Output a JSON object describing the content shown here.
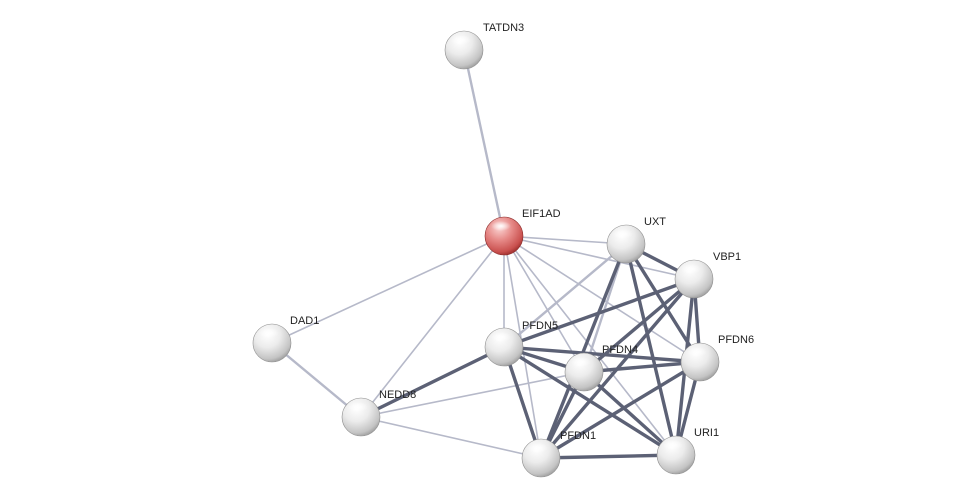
{
  "network": {
    "colors": {
      "background": "#ffffff",
      "query_node": "#d9534f",
      "node": "#e6e6e6",
      "edge_light": "#b6b9c9",
      "edge_dark": "#5c6175"
    },
    "nodes": [
      {
        "id": "TATDN3",
        "label": "TATDN3",
        "query": false
      },
      {
        "id": "EIF1AD",
        "label": "EIF1AD",
        "query": true
      },
      {
        "id": "UXT",
        "label": "UXT",
        "query": false
      },
      {
        "id": "VBP1",
        "label": "VBP1",
        "query": false
      },
      {
        "id": "DAD1",
        "label": "DAD1",
        "query": false
      },
      {
        "id": "PFDN5",
        "label": "PFDN5",
        "query": false
      },
      {
        "id": "PFDN4",
        "label": "PFDN4",
        "query": false
      },
      {
        "id": "PFDN6",
        "label": "PFDN6",
        "query": false
      },
      {
        "id": "NEDD8",
        "label": "NEDD8",
        "query": false
      },
      {
        "id": "PFDN1",
        "label": "PFDN1",
        "query": false
      },
      {
        "id": "URI1",
        "label": "URI1",
        "query": false
      }
    ],
    "edges": [
      {
        "source": "TATDN3",
        "target": "EIF1AD",
        "strength": "medium"
      },
      {
        "source": "EIF1AD",
        "target": "UXT",
        "strength": "light"
      },
      {
        "source": "EIF1AD",
        "target": "VBP1",
        "strength": "light"
      },
      {
        "source": "EIF1AD",
        "target": "DAD1",
        "strength": "light"
      },
      {
        "source": "EIF1AD",
        "target": "NEDD8",
        "strength": "light"
      },
      {
        "source": "EIF1AD",
        "target": "PFDN5",
        "strength": "light"
      },
      {
        "source": "EIF1AD",
        "target": "PFDN4",
        "strength": "light"
      },
      {
        "source": "EIF1AD",
        "target": "PFDN6",
        "strength": "light"
      },
      {
        "source": "EIF1AD",
        "target": "PFDN1",
        "strength": "light"
      },
      {
        "source": "EIF1AD",
        "target": "URI1",
        "strength": "light"
      },
      {
        "source": "DAD1",
        "target": "NEDD8",
        "strength": "medium"
      },
      {
        "source": "NEDD8",
        "target": "PFDN5",
        "strength": "strong"
      },
      {
        "source": "NEDD8",
        "target": "PFDN4",
        "strength": "light"
      },
      {
        "source": "NEDD8",
        "target": "PFDN1",
        "strength": "light"
      },
      {
        "source": "UXT",
        "target": "VBP1",
        "strength": "strong"
      },
      {
        "source": "UXT",
        "target": "PFDN5",
        "strength": "medium"
      },
      {
        "source": "UXT",
        "target": "PFDN4",
        "strength": "medium"
      },
      {
        "source": "UXT",
        "target": "PFDN6",
        "strength": "strong"
      },
      {
        "source": "UXT",
        "target": "PFDN1",
        "strength": "strong"
      },
      {
        "source": "UXT",
        "target": "URI1",
        "strength": "strong"
      },
      {
        "source": "VBP1",
        "target": "PFDN5",
        "strength": "strong"
      },
      {
        "source": "VBP1",
        "target": "PFDN4",
        "strength": "strong"
      },
      {
        "source": "VBP1",
        "target": "PFDN6",
        "strength": "strong"
      },
      {
        "source": "VBP1",
        "target": "PFDN1",
        "strength": "strong"
      },
      {
        "source": "VBP1",
        "target": "URI1",
        "strength": "strong"
      },
      {
        "source": "PFDN5",
        "target": "PFDN4",
        "strength": "strong"
      },
      {
        "source": "PFDN5",
        "target": "PFDN6",
        "strength": "strong"
      },
      {
        "source": "PFDN5",
        "target": "PFDN1",
        "strength": "strong"
      },
      {
        "source": "PFDN5",
        "target": "URI1",
        "strength": "strong"
      },
      {
        "source": "PFDN4",
        "target": "PFDN6",
        "strength": "strong"
      },
      {
        "source": "PFDN4",
        "target": "PFDN1",
        "strength": "strong"
      },
      {
        "source": "PFDN4",
        "target": "URI1",
        "strength": "strong"
      },
      {
        "source": "PFDN6",
        "target": "PFDN1",
        "strength": "strong"
      },
      {
        "source": "PFDN6",
        "target": "URI1",
        "strength": "strong"
      },
      {
        "source": "PFDN1",
        "target": "URI1",
        "strength": "strong"
      }
    ]
  }
}
